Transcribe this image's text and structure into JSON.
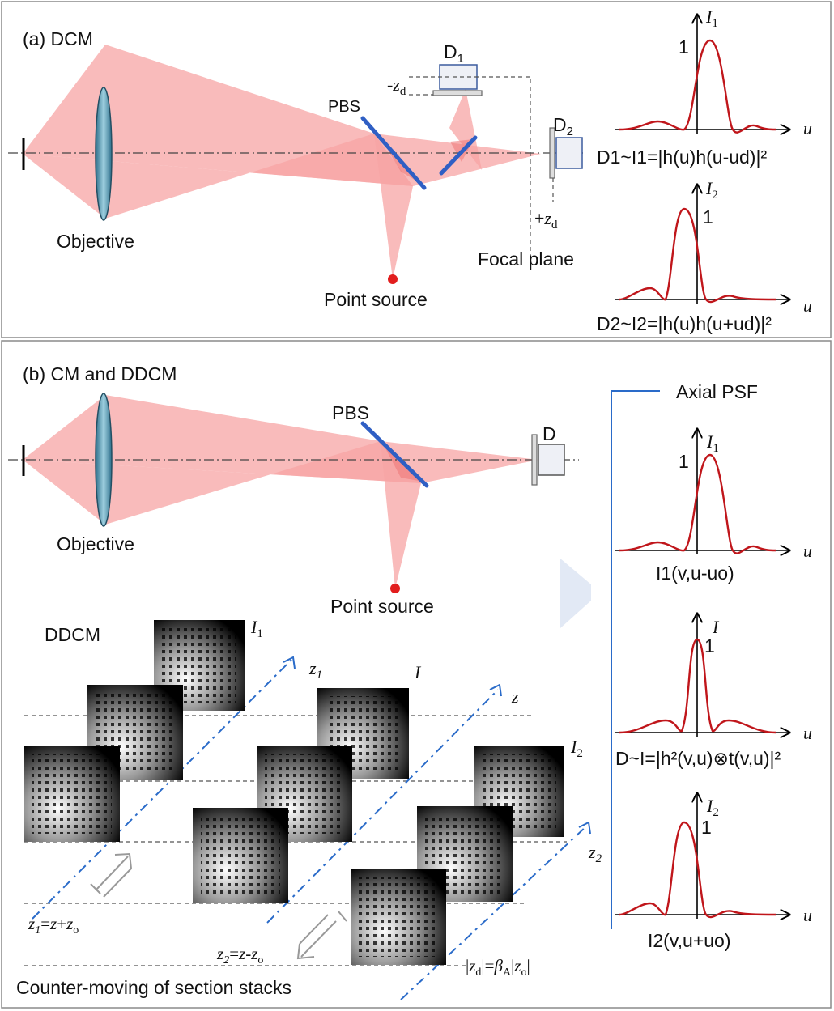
{
  "panel_a": {
    "title": "(a) DCM",
    "objective_label": "Objective",
    "pbs_label": "PBS",
    "point_source_label": "Point source",
    "focal_plane_label": "Focal plane",
    "detector1_label": "D1",
    "detector2_label": "D2",
    "minus_zd_label": "-zd",
    "plus_zd_label": "+zd",
    "psf1": {
      "y_label": "I1",
      "peak_label": "1",
      "x_label": "u",
      "formula": "D1~I1=|h(u)h(u-ud)|²"
    },
    "psf2": {
      "y_label": "I2",
      "peak_label": "1",
      "x_label": "u",
      "formula": "D2~I2=|h(u)h(u+ud)|²"
    }
  },
  "panel_b": {
    "title": "(b) CM and DDCM",
    "objective_label": "Objective",
    "pbs_label": "PBS",
    "point_source_label": "Point source",
    "detector_label": "D",
    "axial_psf_label": "Axial PSF",
    "ddcm_label": "DDCM",
    "stack_labels": {
      "i1": "I1",
      "i": "I",
      "i2": "I2"
    },
    "axis_labels": {
      "z1": "z1",
      "z": "z",
      "z2": "z2"
    },
    "eq_z1": "z1=z+zo",
    "eq_z2": "z2=z-zo",
    "eq_zd": "|zd|=βA|zo|",
    "caption": "Counter-moving of section stacks",
    "psf1": {
      "y_label": "I1",
      "peak_label": "1",
      "x_label": "u",
      "formula": "I1(v,u-uo)"
    },
    "psf": {
      "y_label": "I",
      "peak_label": "1",
      "x_label": "u",
      "formula": "D~I=|h²(v,u)⊗t(v,u)|²"
    },
    "psf2": {
      "y_label": "I2",
      "peak_label": "1",
      "x_label": "u",
      "formula": "I2(v,u+uo)"
    }
  }
}
